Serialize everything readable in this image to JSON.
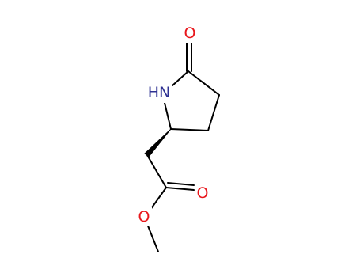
{
  "molecule": {
    "atom_labels": {
      "nitrogen": "HN",
      "ketone_oxygen": "O",
      "carbonyl_oxygen": "O",
      "ester_oxygen": "O"
    },
    "colors": {
      "nitrogen": "#2e3192",
      "oxygen": "#e8161b",
      "bond": "#000000",
      "background": "#ffffff"
    }
  }
}
